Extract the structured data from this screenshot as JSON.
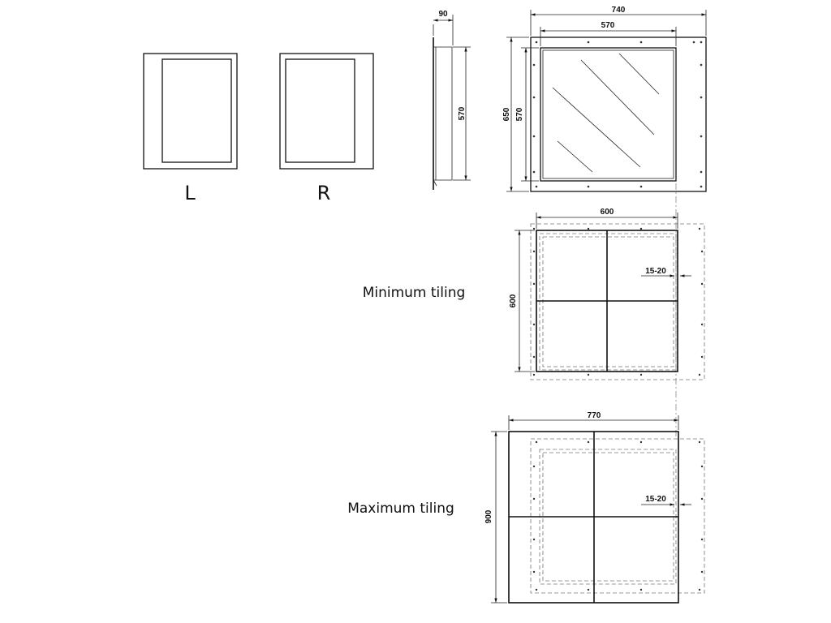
{
  "variants": {
    "left": "L",
    "right": "R"
  },
  "side_view": {
    "depth": "90",
    "height": "570"
  },
  "front_view": {
    "outer_width": "740",
    "inner_width": "570",
    "outer_height": "650",
    "inner_height": "570"
  },
  "minimum_tiling": {
    "label": "Minimum tiling",
    "width": "600",
    "height": "600",
    "gap": "15-20"
  },
  "maximum_tiling": {
    "label": "Maximum tiling",
    "width": "770",
    "height": "900",
    "gap": "15-20"
  }
}
